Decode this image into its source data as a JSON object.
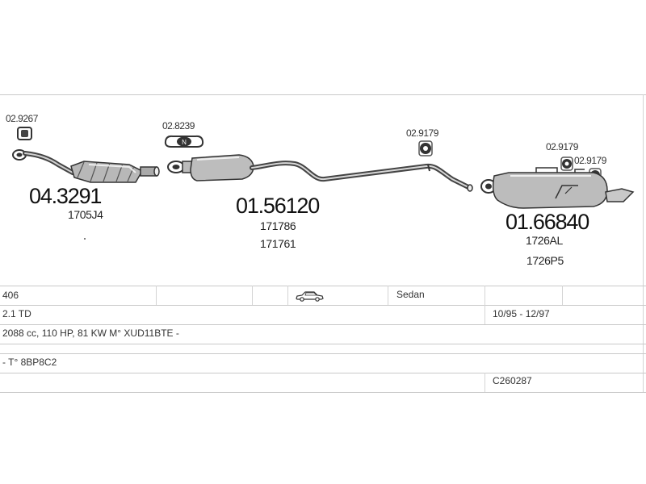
{
  "parts": {
    "clamp_left": "02.9267",
    "cat_number": "04.3291",
    "cat_ref": "1705J4",
    "clamp_mid": "02.8239",
    "mid_number": "01.56120",
    "mid_ref1": "171786",
    "mid_ref2": "171761",
    "hanger_mid": "02.9179",
    "hanger_rear1": "02.9179",
    "hanger_rear2": "02.9179",
    "rear_number": "01.66840",
    "rear_ref1": "1726AL",
    "rear_ref2": "1726P5"
  },
  "icons": {
    "body_type": "sedan-car-icon"
  },
  "table": {
    "model": "406",
    "body": "Sedan",
    "engine_name": "2.1 TD",
    "years": "10/95 - 12/97",
    "engine_spec": "2088 cc, 110 HP, 81 KW M° XUD11BTE -",
    "type_code": "- T° 8BP8C2",
    "code": "C260287"
  }
}
